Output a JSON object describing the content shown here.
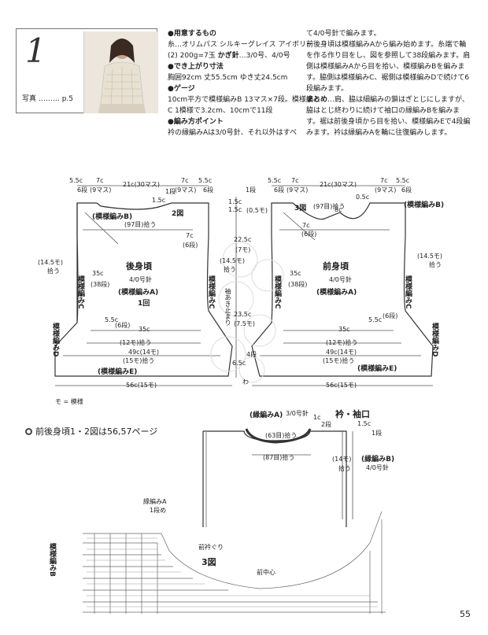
{
  "header": {
    "number": "1",
    "photo_label": "写真 ……… p.5"
  },
  "materials": {
    "heading1": "●用意するもの",
    "yarn": "糸…オリムパス シルキーグレイス アイボリー(2) 200g=7玉",
    "needle_label": "かぎ針",
    "needle": "…3/0号、4/0号",
    "heading2": "●でき上がり寸法",
    "size": "胸囲92cm 丈55.5cm ゆき丈24.5cm",
    "heading3": "●ゲージ",
    "gauge": "10cm平方で模様編みB 13マス×7段。模様編みC 1模様で3.2cm、10cmで11段",
    "heading4": "●編み方ポイント",
    "point1": "衿の縁編みAは3/0号針、それ以外はすべ"
  },
  "instructions": {
    "p1": "て4/0号針で編みます。",
    "p2": "前後身頃は模様編みAから編み始めます。糸端で輪を作る作り目をし、図を参照して38段編みます。肩側は模様編みAから目を拾い、模様編みBを編みます。脇側は模様編みC、裾側は模様編みDで続けて6段編みます。",
    "matome_label": "まとめ",
    "p3": "…肩、脇は細編みの鎖はぎとじにしますが、脇はとじ終わりに続けて袖口の縁編みBを編みます。裾は前後身頃から目を拾い、模様編みEで4段編みます。衿は縁編みAを輪に往復編みします。"
  },
  "back": {
    "title": "後身頃",
    "needle": "4/0号針",
    "pattern": "(模様編みA)",
    "count": "1回",
    "top_left": "5.5c",
    "top_left_sub": "6段",
    "top_7c": "7c",
    "top_7c_sub": "(9マス)",
    "top_center": "21c(30マス)",
    "top_1dan": "1段",
    "top_right_7c": "7c",
    "top_right_7c_sub": "(9マス)",
    "top_right": "5.5c",
    "top_right_sub": "6段",
    "neck_15": "1.5c",
    "pattern_b": "(模様編みB)",
    "fig2": "2図",
    "pick97": "(97目)拾う",
    "side_7c": "7c",
    "side_7c_sub": "(6段)",
    "mo145": "(14.5モ)",
    "pick": "拾う",
    "c35": "35c",
    "c35_sub": "(38段)",
    "c55": "5.5c",
    "c55_sub": "(6段)",
    "bottom35": "35c",
    "pick12": "(12モ)拾う",
    "c49": "49c(14モ)",
    "pick15": "(15モ)拾う",
    "pattern_e": "(模様編みE)",
    "c56": "56c(15モ)",
    "pattern_c": "模様編みC",
    "pattern_d": "模様編みD",
    "mo_note": "モ = 模様"
  },
  "middle": {
    "dan1": "1段",
    "c15a": "1.5c",
    "mo05": "(0.5モ)",
    "c15b": "1.5c",
    "c225": "22.5c",
    "mo7": "(7モ)",
    "sleeve": "袖あき止まり",
    "c235": "23.5c",
    "mo75": "(7.5モ)",
    "dan4": "4段",
    "c65": "6.5c",
    "wa": "わ"
  },
  "front": {
    "title": "前身頃",
    "needle": "4/0号針",
    "pattern": "(模様編みA)",
    "fig3": "3図",
    "pick97": "(97目)拾う",
    "c8": "8c",
    "c05": "0.5c",
    "c7": "7c",
    "c7_sub": "(6段)",
    "top_center": "21c(30マス)",
    "pattern_b": "(模様編みB)"
  },
  "neck": {
    "title": "衿・袖口",
    "edge_a": "(縁編みA)",
    "needle_a": "3/0号針",
    "c1": "1c",
    "c1_sub": "2段",
    "c15": "1.5c",
    "c15_sub": "1段",
    "pick63": "(63目)拾う",
    "pick87": "(87目)拾う",
    "mo14": "(14モ)",
    "pick": "拾う",
    "edge_b": "(縁編みB)",
    "needle_b": "4/0号針"
  },
  "reference": "前後身頃1・2図は56,57ページ",
  "fig3chart": {
    "edge_a": "縁編みA",
    "start": "1段め",
    "neckline": "前衿ぐり",
    "title": "3図",
    "center": "前中心",
    "pattern_b": "模様編みB"
  },
  "page_number": "55"
}
